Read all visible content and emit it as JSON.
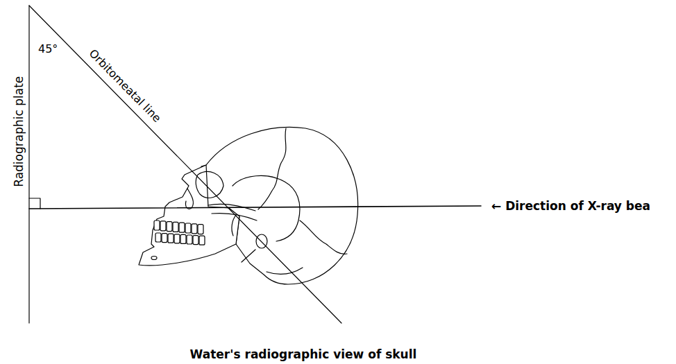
{
  "diagram": {
    "caption": "Water's radiographic view of skull",
    "labels": [
      "Radiographic plate",
      "45°",
      "Orbitomeatal line",
      "← Direction of X-ray bea"
    ]
  }
}
